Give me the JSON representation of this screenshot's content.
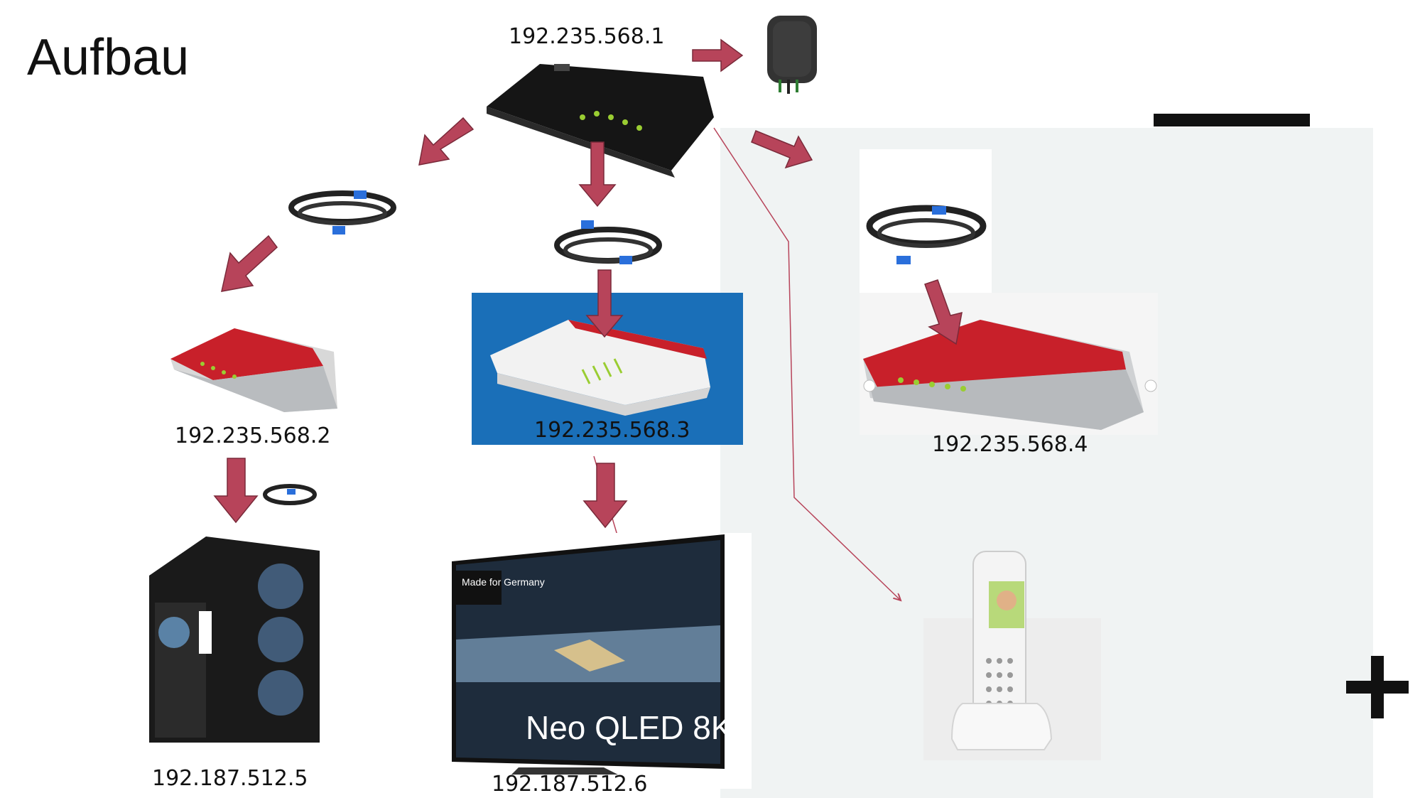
{
  "title": "Aufbau",
  "nodes": {
    "main_router": {
      "ip": "192.235.568.1",
      "icon": "router-black-icon"
    },
    "modem": {
      "icon": "modem-icon"
    },
    "router_2": {
      "ip": "192.235.568.2",
      "icon": "router-red-icon"
    },
    "router_3": {
      "ip": "192.235.568.3",
      "icon": "router-white-icon"
    },
    "router_4": {
      "ip": "192.235.568.4",
      "icon": "router-red-icon"
    },
    "pc": {
      "ip": "192.187.512.5",
      "icon": "pc-tower-icon"
    },
    "tv": {
      "ip": "192.187.512.6",
      "icon": "tv-icon",
      "badge": "Made for Germany",
      "screen_text": "Neo QLED 8K"
    },
    "phone": {
      "icon": "dect-phone-icon"
    }
  },
  "colors": {
    "arrow": "#b7445a",
    "panel": "#f0f3f3",
    "router_red": "#c8202a",
    "tv_blue": "#1a6fb8"
  }
}
